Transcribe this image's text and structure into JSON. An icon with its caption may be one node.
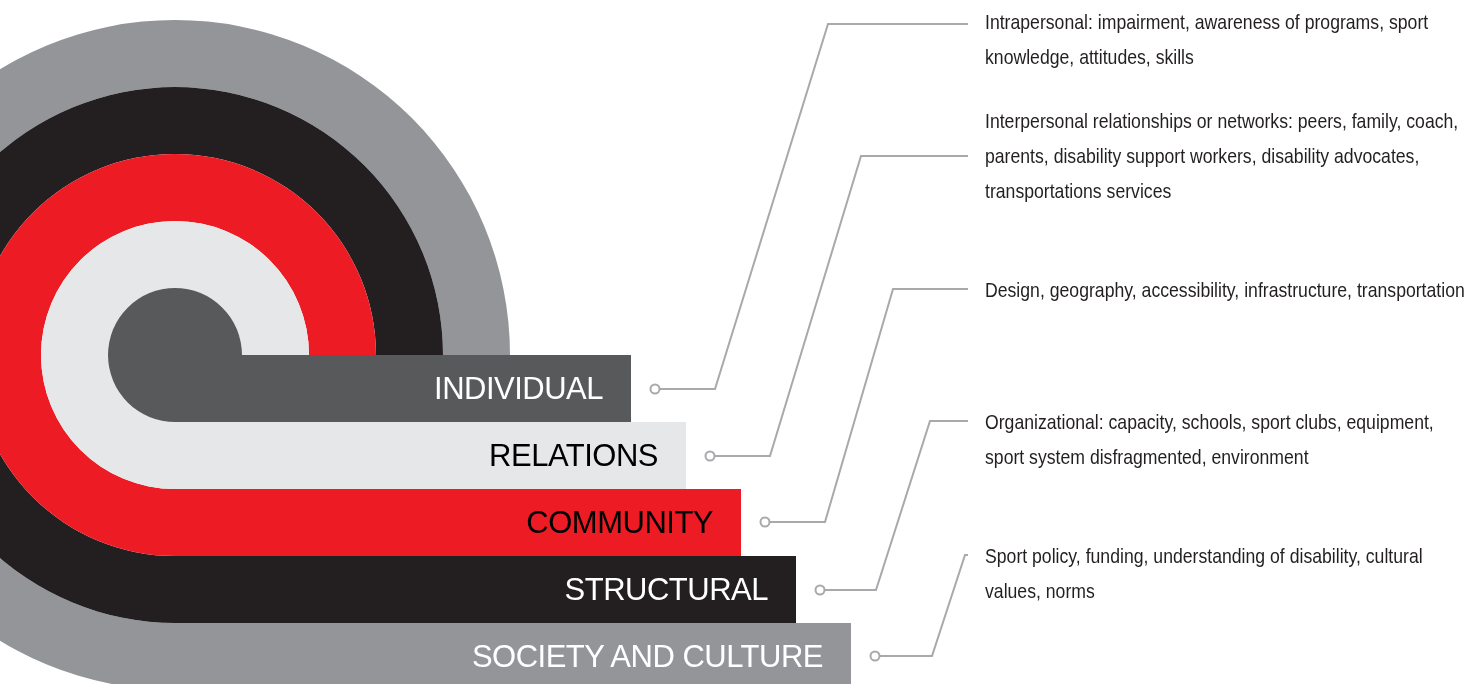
{
  "diagram": {
    "nodes": [
      {
        "text": [
          "INDIVIDUAL"
        ]
      },
      {
        "text": [
          "RELATIONS"
        ]
      },
      {
        "text": [
          "COMMUNITY"
        ]
      },
      {
        "text": [
          "STRUCTURAL"
        ]
      },
      {
        "text": [
          "SOCIETY AND CULTURE"
        ]
      },
      {
        "text": [
          "Intrapersonal: impairment, awareness of programs, sport knowledge, attitudes, skills"
        ]
      },
      {
        "text": [
          "Interpersonal relationships or networks: peers, family, coach, parents, disability support workers, disability advocates, transportations services"
        ]
      },
      {
        "text": [
          "Design, geography, accessibility, infrastructure, transportation"
        ]
      },
      {
        "text": [
          "Organizational: capacity, schools, sport clubs, equipment, sport system disfragmented, environment"
        ]
      },
      {
        "text": [
          "Sport policy, funding, understanding of disability, cultural values, norms"
        ]
      }
    ],
    "edges": [
      {
        "from": 0,
        "to": 5,
        "arrow": "other"
      },
      {
        "from": 1,
        "to": 6,
        "arrow": "other"
      },
      {
        "from": 2,
        "to": 7,
        "arrow": "other"
      },
      {
        "from": 3,
        "to": 8,
        "arrow": "other"
      },
      {
        "from": 4,
        "to": 9,
        "arrow": "other"
      }
    ]
  }
}
